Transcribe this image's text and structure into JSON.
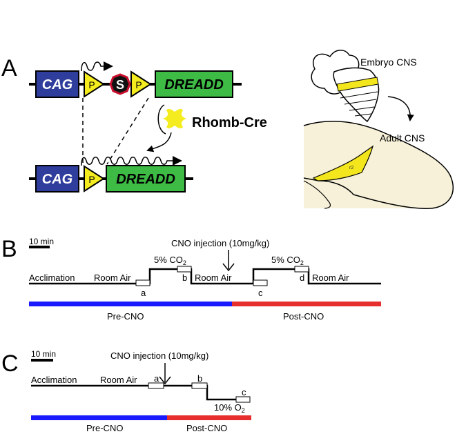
{
  "panel_a": {
    "letter": "A",
    "promoter": "CAG",
    "loxp": "P",
    "stop": "S",
    "gene": "DREADD",
    "cre_label": "Rhomb-Cre",
    "embryo_label": "Embryo CNS",
    "adult_label": "Adult CNS",
    "region_label": "r2",
    "colors": {
      "cag": "#2f3d9c",
      "dreadd": "#3dbb44",
      "loxp": "#f4ec1e",
      "stop": "#c8102e",
      "region": "#f3e61c",
      "brain": "#f6f1d8"
    }
  },
  "panel_b": {
    "letter": "B",
    "scale": "10 min",
    "injection": "CNO injection (10mg/kg)",
    "acclimation": "Acclimation",
    "room_air": "Room Air",
    "co2_prefix": "5% CO",
    "co2_sub": "2",
    "markers": [
      "a",
      "b",
      "c",
      "d"
    ],
    "pre": "Pre-CNO",
    "post": "Post-CNO"
  },
  "panel_c": {
    "letter": "C",
    "scale": "10 min",
    "injection": "CNO injection (10mg/kg)",
    "acclimation": "Acclimation",
    "room_air": "Room Air",
    "o2_prefix": "10% O",
    "o2_sub": "2",
    "markers": [
      "a",
      "b",
      "c"
    ],
    "pre": "Pre-CNO",
    "post": "Post-CNO"
  },
  "colors": {
    "pre_bar": "#1a1aff",
    "post_bar": "#e62e2e"
  }
}
